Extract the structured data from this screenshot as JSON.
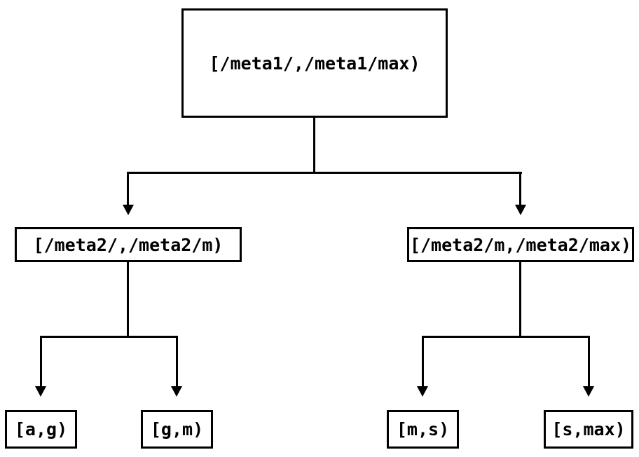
{
  "colors": {
    "stroke": "#000000",
    "background": "#ffffff",
    "text": "#000000"
  },
  "tree": {
    "root": {
      "label": "[/meta1/,/meta1/max)",
      "children": [
        {
          "label": "[/meta2/,/meta2/m)",
          "children": [
            {
              "label": "[a,g)"
            },
            {
              "label": "[g,m)"
            }
          ]
        },
        {
          "label": "[/meta2/m,/meta2/max)",
          "children": [
            {
              "label": "[m,s)"
            },
            {
              "label": "[s,max)"
            }
          ]
        }
      ]
    }
  }
}
